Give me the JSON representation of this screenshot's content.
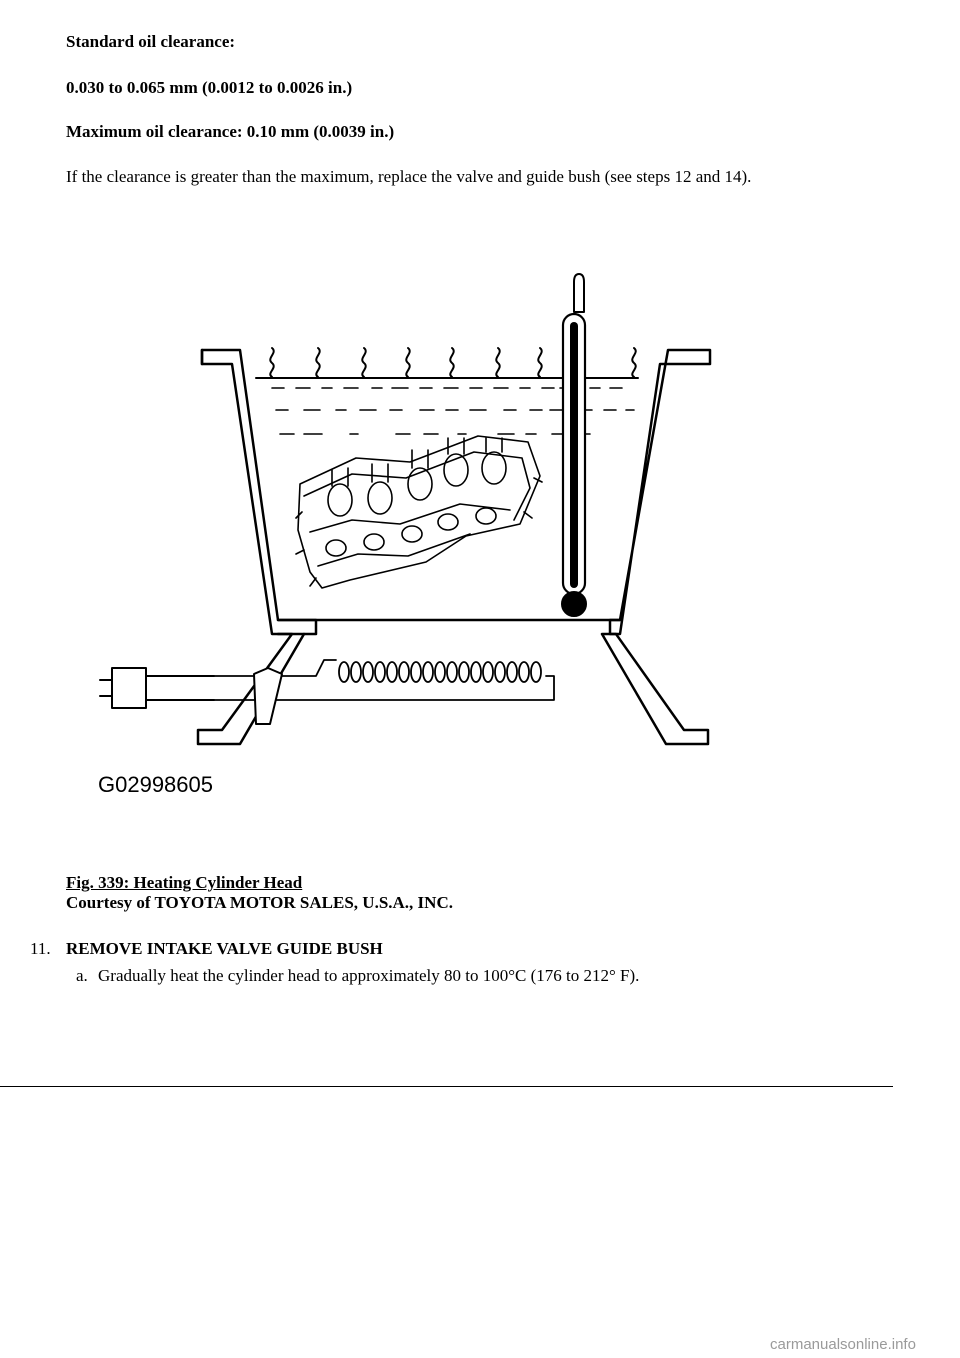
{
  "spec": {
    "heading": "Standard oil clearance:",
    "standard_value": "0.030 to 0.065 mm (0.0012 to 0.0026 in.)",
    "maximum": "Maximum oil clearance: 0.10 mm (0.0039 in.)",
    "instruction": "If the clearance is greater than the maximum, replace the valve and guide bush (see steps 12 and 14)."
  },
  "figure": {
    "code": "G02998605",
    "caption": "Fig. 339: Heating Cylinder Head",
    "courtesy": "Courtesy of TOYOTA MOTOR SALES, U.S.A., INC."
  },
  "step": {
    "number": "11.",
    "title": "REMOVE INTAKE VALVE GUIDE BUSH",
    "substeps": [
      {
        "letter": "a.",
        "text": "Gradually heat the cylinder head to approximately 80 to 100°C (176 to 212° F)."
      }
    ]
  },
  "watermark": "carmanualsonline.info"
}
